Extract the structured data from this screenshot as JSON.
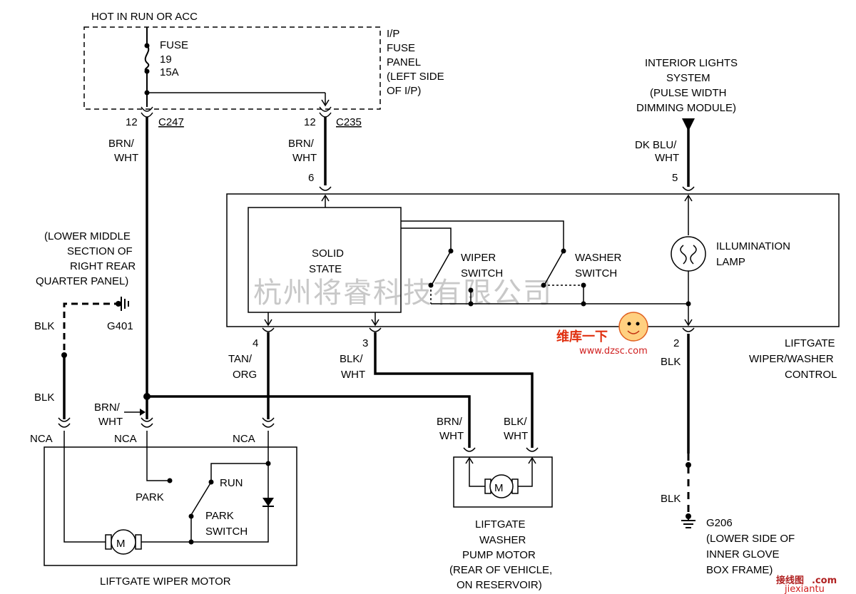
{
  "top": {
    "power_label": "HOT IN RUN OR ACC",
    "fuse_panel": {
      "line1": "I/P",
      "line2": "FUSE",
      "line3": "PANEL",
      "line4": "(LEFT SIDE",
      "line5": "OF I/P)"
    },
    "fuse": {
      "name": "FUSE",
      "number": "19",
      "rating": "15A"
    }
  },
  "connectors": {
    "c247": {
      "pin": "12",
      "name": "C247",
      "wire_line1": "BRN/",
      "wire_line2": "WHT"
    },
    "c235": {
      "pin": "12",
      "name": "C235",
      "wire_line1": "BRN/",
      "wire_line2": "WHT"
    }
  },
  "interior_lights": {
    "line1": "INTERIOR LIGHTS",
    "line2": "SYSTEM",
    "line3": "(PULSE WIDTH",
    "line4": "DIMMING MODULE)",
    "wire_line1": "DK BLU/",
    "wire_line2": "WHT"
  },
  "control": {
    "pin6": "6",
    "pin5": "5",
    "pin4": "4",
    "pin3": "3",
    "pin2": "2",
    "solid_state_line1": "SOLID",
    "solid_state_line2": "STATE",
    "wiper_switch_line1": "WIPER",
    "wiper_switch_line2": "SWITCH",
    "washer_switch_line1": "WASHER",
    "washer_switch_line2": "SWITCH",
    "lamp_line1": "ILLUMINATION",
    "lamp_line2": "LAMP",
    "name_line1": "LIFTGATE",
    "name_line2": "WIPER/WASHER",
    "name_line3": "CONTROL"
  },
  "ground_g401": {
    "loc_line1": "(LOWER MIDDLE",
    "loc_line2": "SECTION OF",
    "loc_line3": "RIGHT REAR",
    "loc_line4": "QUARTER PANEL)",
    "name": "G401",
    "wire_upper": "BLK",
    "wire_lower": "BLK"
  },
  "wires": {
    "tan_line1": "TAN/",
    "tan_line2": "ORG",
    "blk_wht_line1": "BLK/",
    "blk_wht_line2": "WHT",
    "brn_wht_arrow_line1": "BRN/",
    "brn_wht_arrow_line2": "WHT",
    "pin2_wire": "BLK"
  },
  "nca": {
    "left": "NCA",
    "mid": "NCA",
    "right": "NCA"
  },
  "wiper_motor": {
    "park": "PARK",
    "run": "RUN",
    "park_switch_line1": "PARK",
    "park_switch_line2": "SWITCH",
    "motor_symbol": "M",
    "name": "LIFTGATE WIPER MOTOR"
  },
  "washer_pump": {
    "wire1_line1": "BRN/",
    "wire1_line2": "WHT",
    "wire2_line1": "BLK/",
    "wire2_line2": "WHT",
    "motor_symbol": "M",
    "name_line1": "LIFTGATE",
    "name_line2": "WASHER",
    "name_line3": "PUMP MOTOR",
    "name_line4": "(REAR OF VEHICLE,",
    "name_line5": "ON RESERVOIR)"
  },
  "ground_g206": {
    "wire": "BLK",
    "name": "G206",
    "loc_line1": "(LOWER SIDE OF",
    "loc_line2": "INNER GLOVE",
    "loc_line3": "BOX FRAME)"
  },
  "watermarks": {
    "company_cn": "杭州将睿科技有限公司",
    "site_cn": "维库一下",
    "site_url": "www.dzsc.com",
    "corner_cn": "接线图",
    "corner_url": ".com",
    "corner_domain": "jiexiantu"
  }
}
